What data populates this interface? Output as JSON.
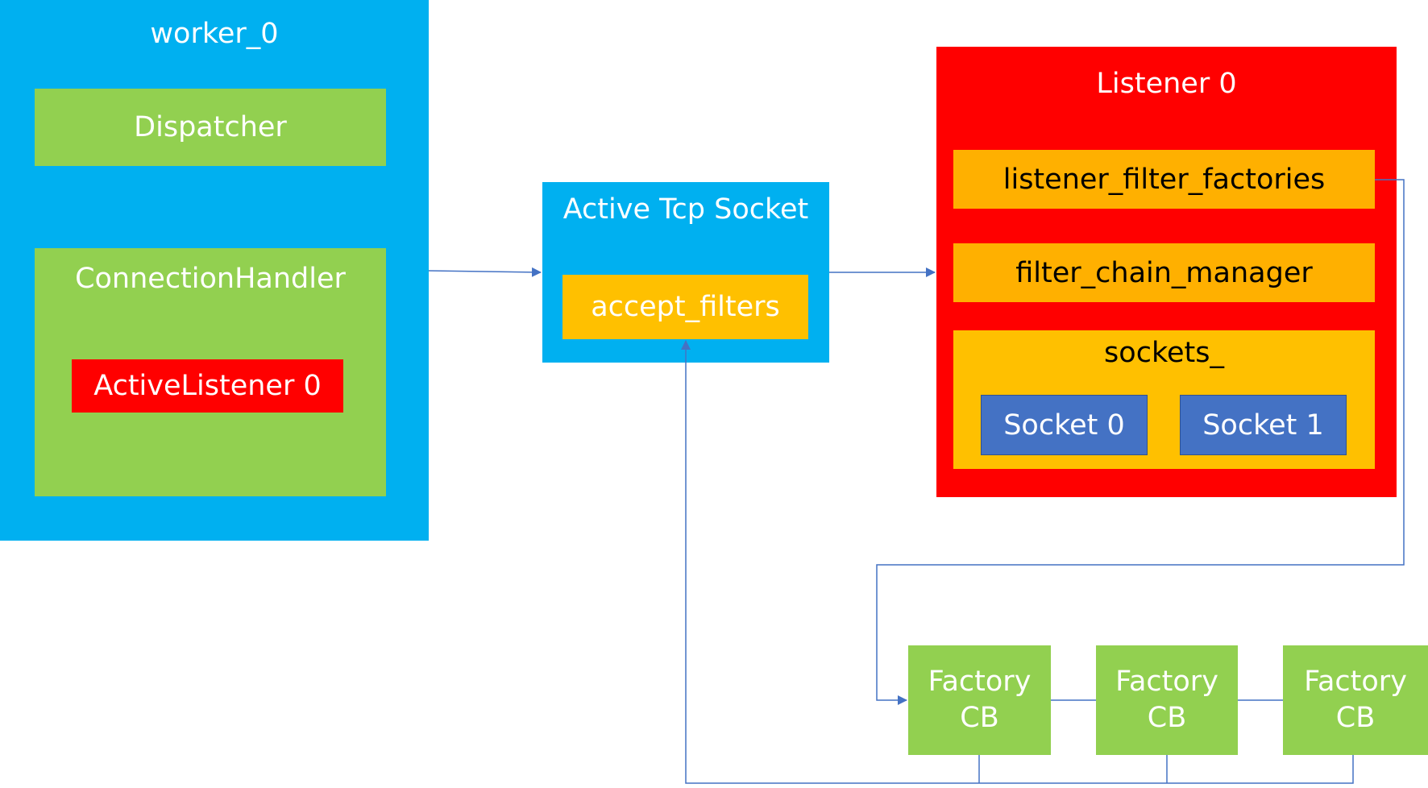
{
  "colors": {
    "blue": "#00b0f0",
    "green": "#92d050",
    "red": "#ff0000",
    "orange": "#ffb000",
    "yellow": "#ffc000",
    "socket_blue": "#4472c4",
    "connector": "#4472c4"
  },
  "worker": {
    "title": "worker_0",
    "dispatcher": "Dispatcher",
    "connection_handler": {
      "title": "ConnectionHandler",
      "active_listener": "ActiveListener 0"
    }
  },
  "active_tcp_socket": {
    "title": "Active Tcp Socket",
    "accept_filters": "accept_filters"
  },
  "listener": {
    "title": "Listener 0",
    "listener_filter_factories": "listener_filter_factories",
    "filter_chain_manager": "filter_chain_manager",
    "sockets": {
      "title": "sockets_",
      "items": [
        "Socket 0",
        "Socket 1"
      ]
    }
  },
  "factories": [
    "Factory CB",
    "Factory CB",
    "Factory CB"
  ]
}
